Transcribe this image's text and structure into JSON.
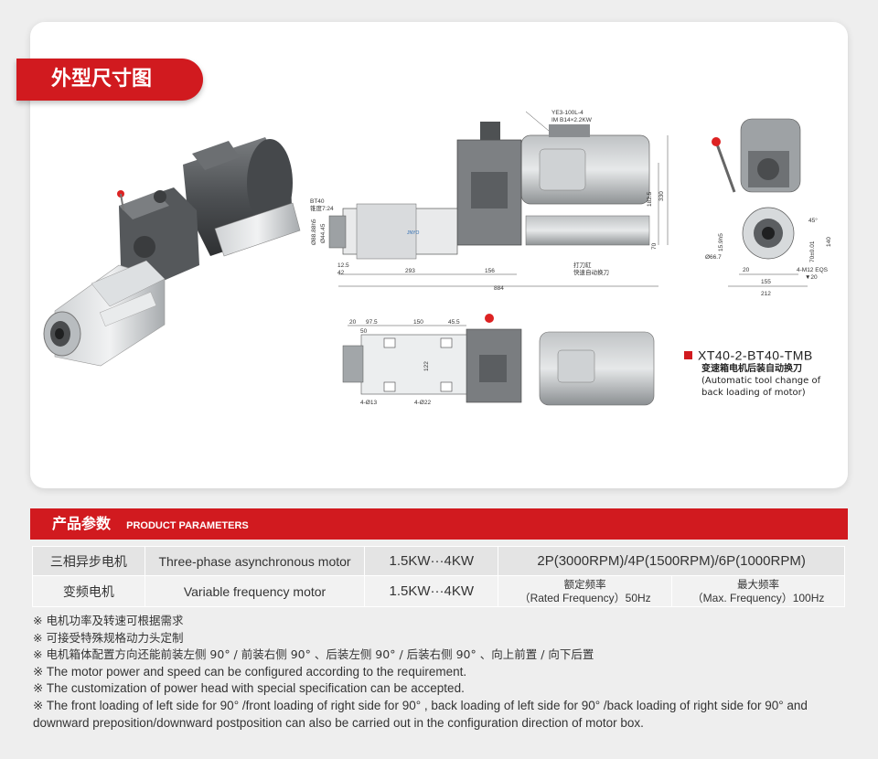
{
  "section_title": "外型尺寸图",
  "model": {
    "code": "XT40-2-BT40-TMB",
    "desc_cn": "变速箱电机后装自动换刀",
    "desc_en_1": "(Automatic tool change of",
    "desc_en_2": "back loading of motor)"
  },
  "drawing_labels": {
    "motor_spec_1": "YE3-100L-4",
    "motor_spec_2": "IM B14×2.2KW",
    "bt40": "BT40",
    "taper": "锥度7:24",
    "d88": "Ø88.88h5",
    "d44": "Ø44.45",
    "dim_12_5": "12.5",
    "dim_42": "42",
    "dim_293": "293",
    "dim_156": "156",
    "dim_884": "884",
    "dim_182_5": "182.5",
    "dim_330": "330",
    "dim_70": "70",
    "knock": "打刀缸",
    "knock2": "快速自动换刀",
    "dim_45deg": "45°",
    "dim_15": "15.9h5",
    "dim_140": "140",
    "dim_70b": "70±0.01",
    "dim_d66": "Ø66.7",
    "dim_20": "20",
    "dim_155": "155",
    "dim_212": "212",
    "m12": "4-M12 EQS",
    "m12d": "▼20",
    "b_20": "20",
    "b_97": "97.5",
    "b_150": "150",
    "b_45": "45.5",
    "b_50": "50",
    "b_122": "122",
    "b_13": "4-Ø13",
    "b_22": "4-Ø22",
    "brand": "JNYO"
  },
  "params": {
    "title_cn": "产品参数",
    "title_en": "PRODUCT PARAMETERS",
    "row1": {
      "type_cn": "三相异步电机",
      "type_en": "Three-phase asynchronous motor",
      "power": "1.5KW···4KW",
      "speed": "2P(3000RPM)/4P(1500RPM)/6P(1000RPM)"
    },
    "row2": {
      "type_cn": "变频电机",
      "type_en": "Variable frequency motor",
      "power": "1.5KW···4KW",
      "rated_cn": "额定频率",
      "rated_en": "（Rated Frequency）50Hz",
      "max_cn": "最大频率",
      "max_en": "（Max. Frequency）100Hz"
    }
  },
  "notes": [
    "※ 电机功率及转速可根据需求",
    "※ 可接受特殊规格动力头定制",
    "※ 电机箱体配置方向还能前装左侧 90° / 前装右侧 90° 、后装左侧 90° / 后装右侧 90° 、向上前置 / 向下后置",
    "※ The motor power and speed can be configured according to the requirement.",
    "※ The customization of power head with special specification can be accepted.",
    "※ The front loading of left side for 90° /front loading of right side for 90° , back loading of left side for 90° /back loading of right side for 90° and downward preposition/downward postposition can also be carried out in the configuration direction of motor box."
  ],
  "colors": {
    "accent": "#d11a1f",
    "row1_bg": "#e4e4e4",
    "row2_bg": "#f2f2f2"
  }
}
